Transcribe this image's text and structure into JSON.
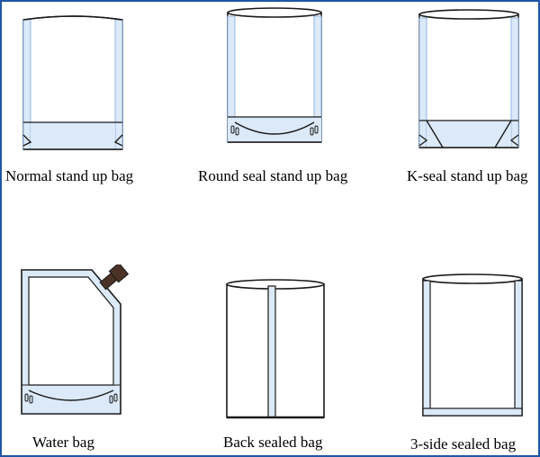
{
  "items": [
    {
      "name": "normal-stand-up-bag",
      "label": "Normal stand up bag"
    },
    {
      "name": "round-seal-stand-up-bag",
      "label": "Round seal stand up bag"
    },
    {
      "name": "k-seal-stand-up-bag",
      "label": "K-seal stand up bag"
    },
    {
      "name": "water-bag",
      "label": "Water bag"
    },
    {
      "name": "back-sealed-bag",
      "label": "Back sealed bag"
    },
    {
      "name": "three-side-sealed-bag",
      "label": "3-side sealed bag"
    }
  ],
  "colors": {
    "frame": "#1f56a6",
    "outline": "#1a1a1a",
    "seal_fill": "#dbe9f8",
    "seal_edge": "#8fb5e3",
    "spout": "#4a3326"
  }
}
